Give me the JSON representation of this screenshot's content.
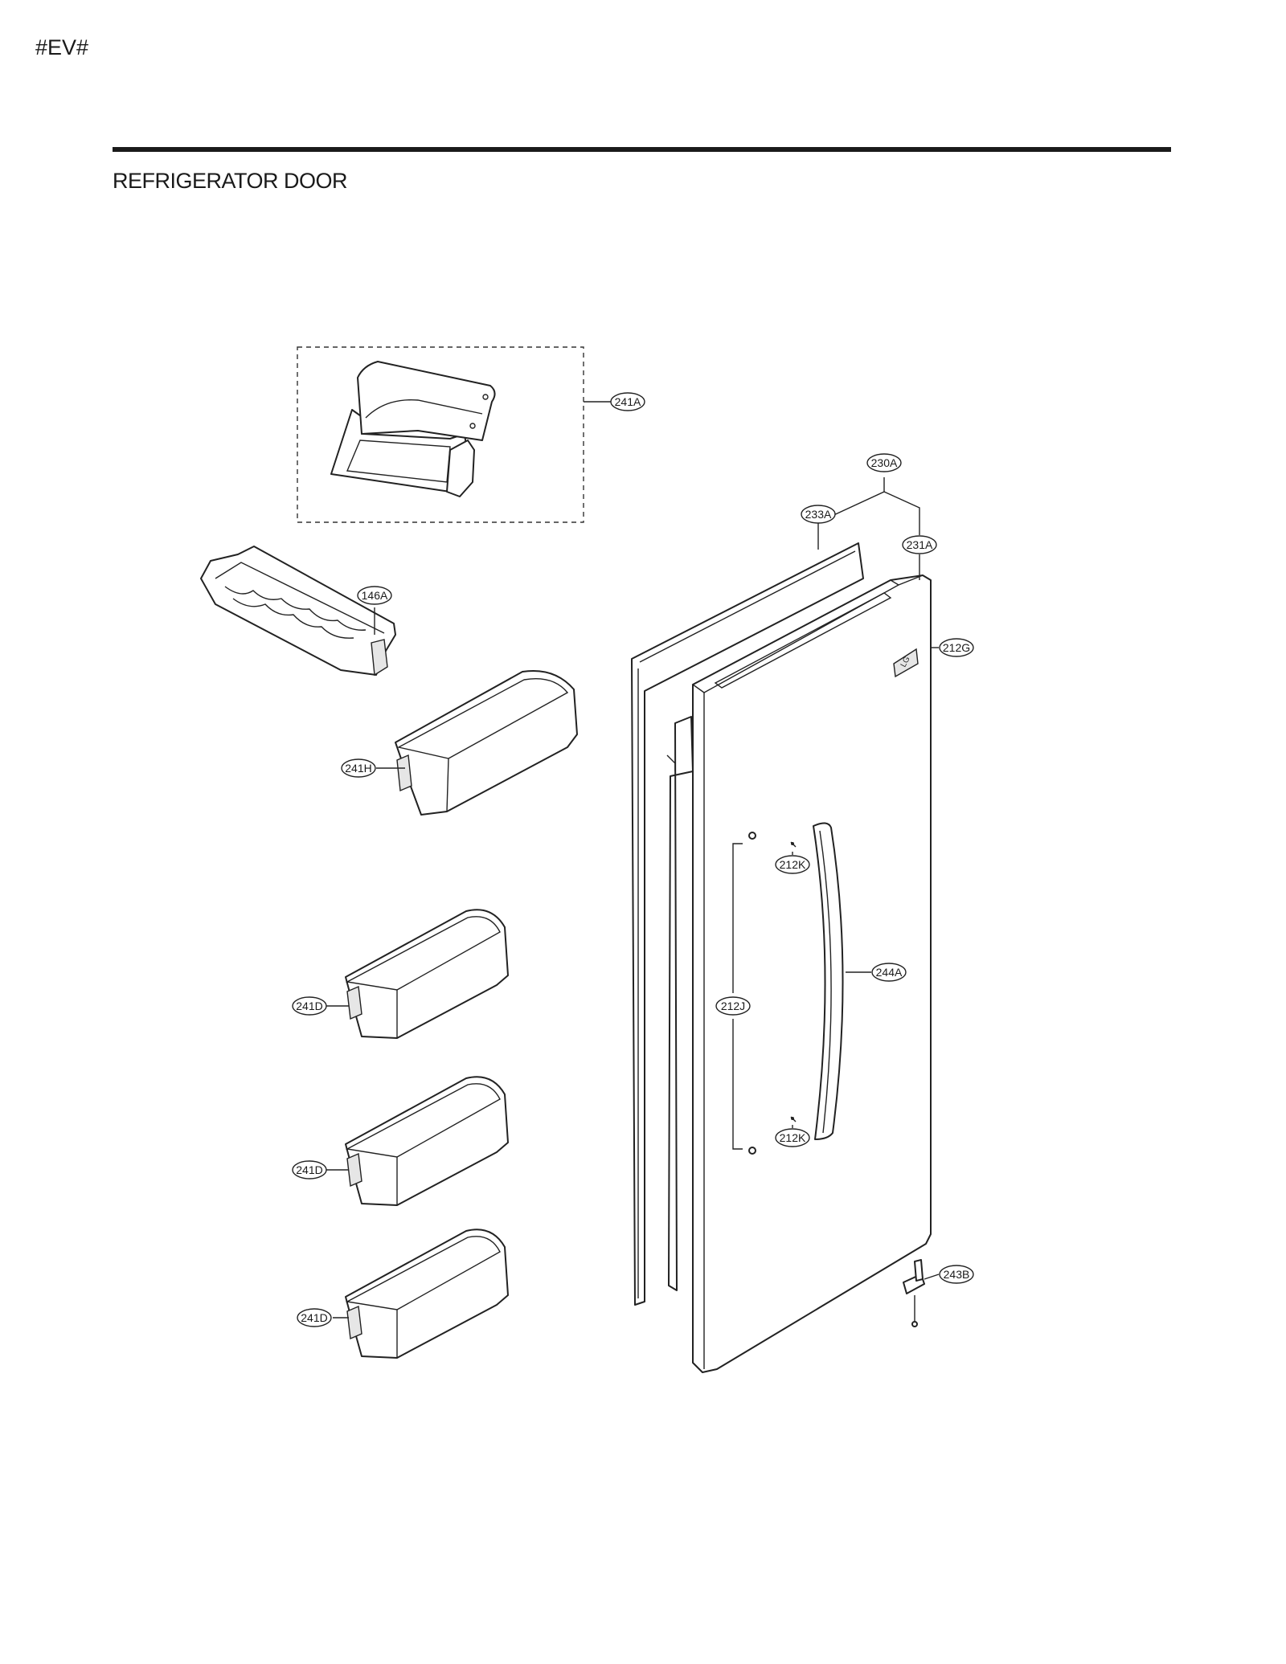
{
  "header": {
    "page_code": "#EV#",
    "section_title": "REFRIGERATOR DOOR"
  },
  "door_logo": "LG",
  "parts": [
    {
      "id": "p241A",
      "label": "241A"
    },
    {
      "id": "p230A",
      "label": "230A"
    },
    {
      "id": "p233A",
      "label": "233A"
    },
    {
      "id": "p231A",
      "label": "231A"
    },
    {
      "id": "p146A",
      "label": "146A"
    },
    {
      "id": "p212G",
      "label": "212G"
    },
    {
      "id": "p241H",
      "label": "241H"
    },
    {
      "id": "p212K1",
      "label": "212K"
    },
    {
      "id": "p244A",
      "label": "244A"
    },
    {
      "id": "p212J",
      "label": "212J"
    },
    {
      "id": "p241D1",
      "label": "241D"
    },
    {
      "id": "p212K2",
      "label": "212K"
    },
    {
      "id": "p241D2",
      "label": "241D"
    },
    {
      "id": "p243B",
      "label": "243B"
    },
    {
      "id": "p241D3",
      "label": "241D"
    }
  ]
}
